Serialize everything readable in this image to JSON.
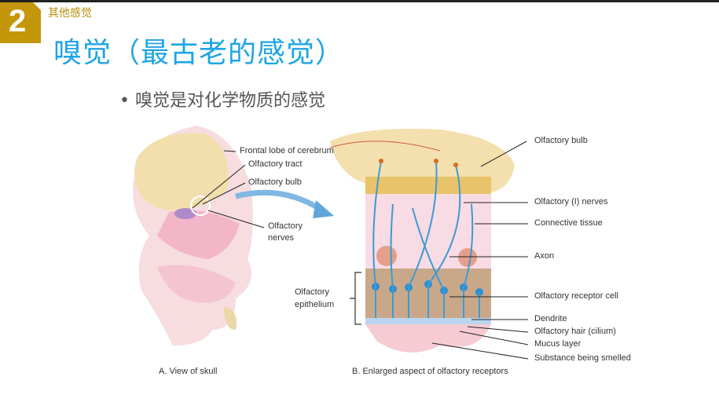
{
  "slide": {
    "number": "2",
    "section": "其他感觉",
    "title": "嗅觉（最古老的感觉）",
    "bullet": "• 嗅觉是对化学物质的感觉"
  },
  "figure": {
    "left_labels": {
      "frontal_lobe": "Frontal lobe of cerebrum",
      "tract": "Olfactory tract",
      "bulb": "Olfactory bulb",
      "nerves_1": "Olfactory",
      "nerves_2": "nerves"
    },
    "epithelium_1": "Olfactory",
    "epithelium_2": "epithelium",
    "right_labels": [
      "Olfactory bulb",
      "Olfactory (I) nerves",
      "Connective tissue",
      "Axon",
      "Olfactory receptor cell",
      "Dendrite",
      "Olfactory hair (cilium)",
      "Mucus layer",
      "Substance being smelled"
    ],
    "caption_a": "A. View of skull",
    "caption_b": "B. Enlarged aspect of olfactory receptors"
  }
}
